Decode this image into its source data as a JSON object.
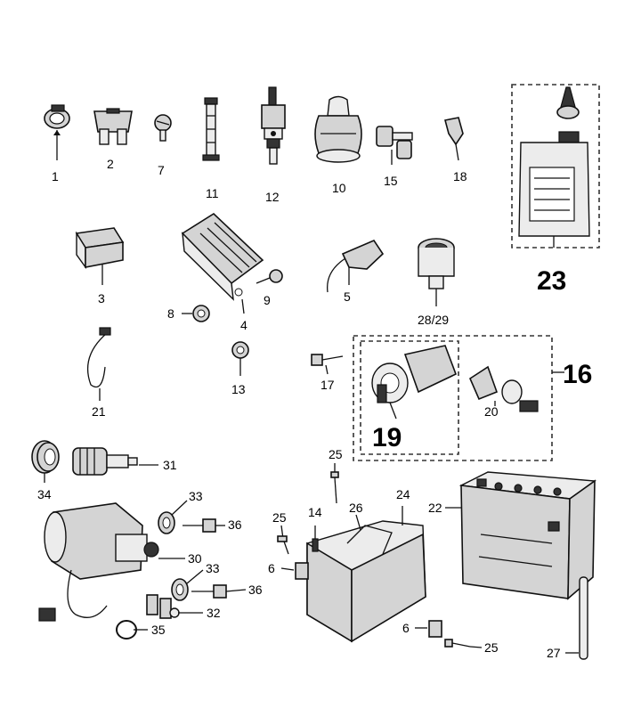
{
  "callouts": {
    "c1": "1",
    "c2": "2",
    "c7": "7",
    "c11": "11",
    "c12": "12",
    "c10": "10",
    "c15": "15",
    "c18": "18",
    "c23": "23",
    "c3": "3",
    "c4": "4",
    "c9": "9",
    "c8": "8",
    "c5": "5",
    "c2829": "28/29",
    "c21": "21",
    "c13": "13",
    "c17": "17",
    "c16": "16",
    "c19": "19",
    "c20": "20",
    "c31": "31",
    "c34": "34",
    "c33a": "33",
    "c36a": "36",
    "c30": "30",
    "c33b": "33",
    "c36b": "36",
    "c32": "32",
    "c35": "35",
    "c25a": "25",
    "c14": "14",
    "c26": "26",
    "c24": "24",
    "c22": "22",
    "c6a": "6",
    "c25b": "25",
    "c25c": "25",
    "c6b": "6",
    "c27": "27"
  }
}
